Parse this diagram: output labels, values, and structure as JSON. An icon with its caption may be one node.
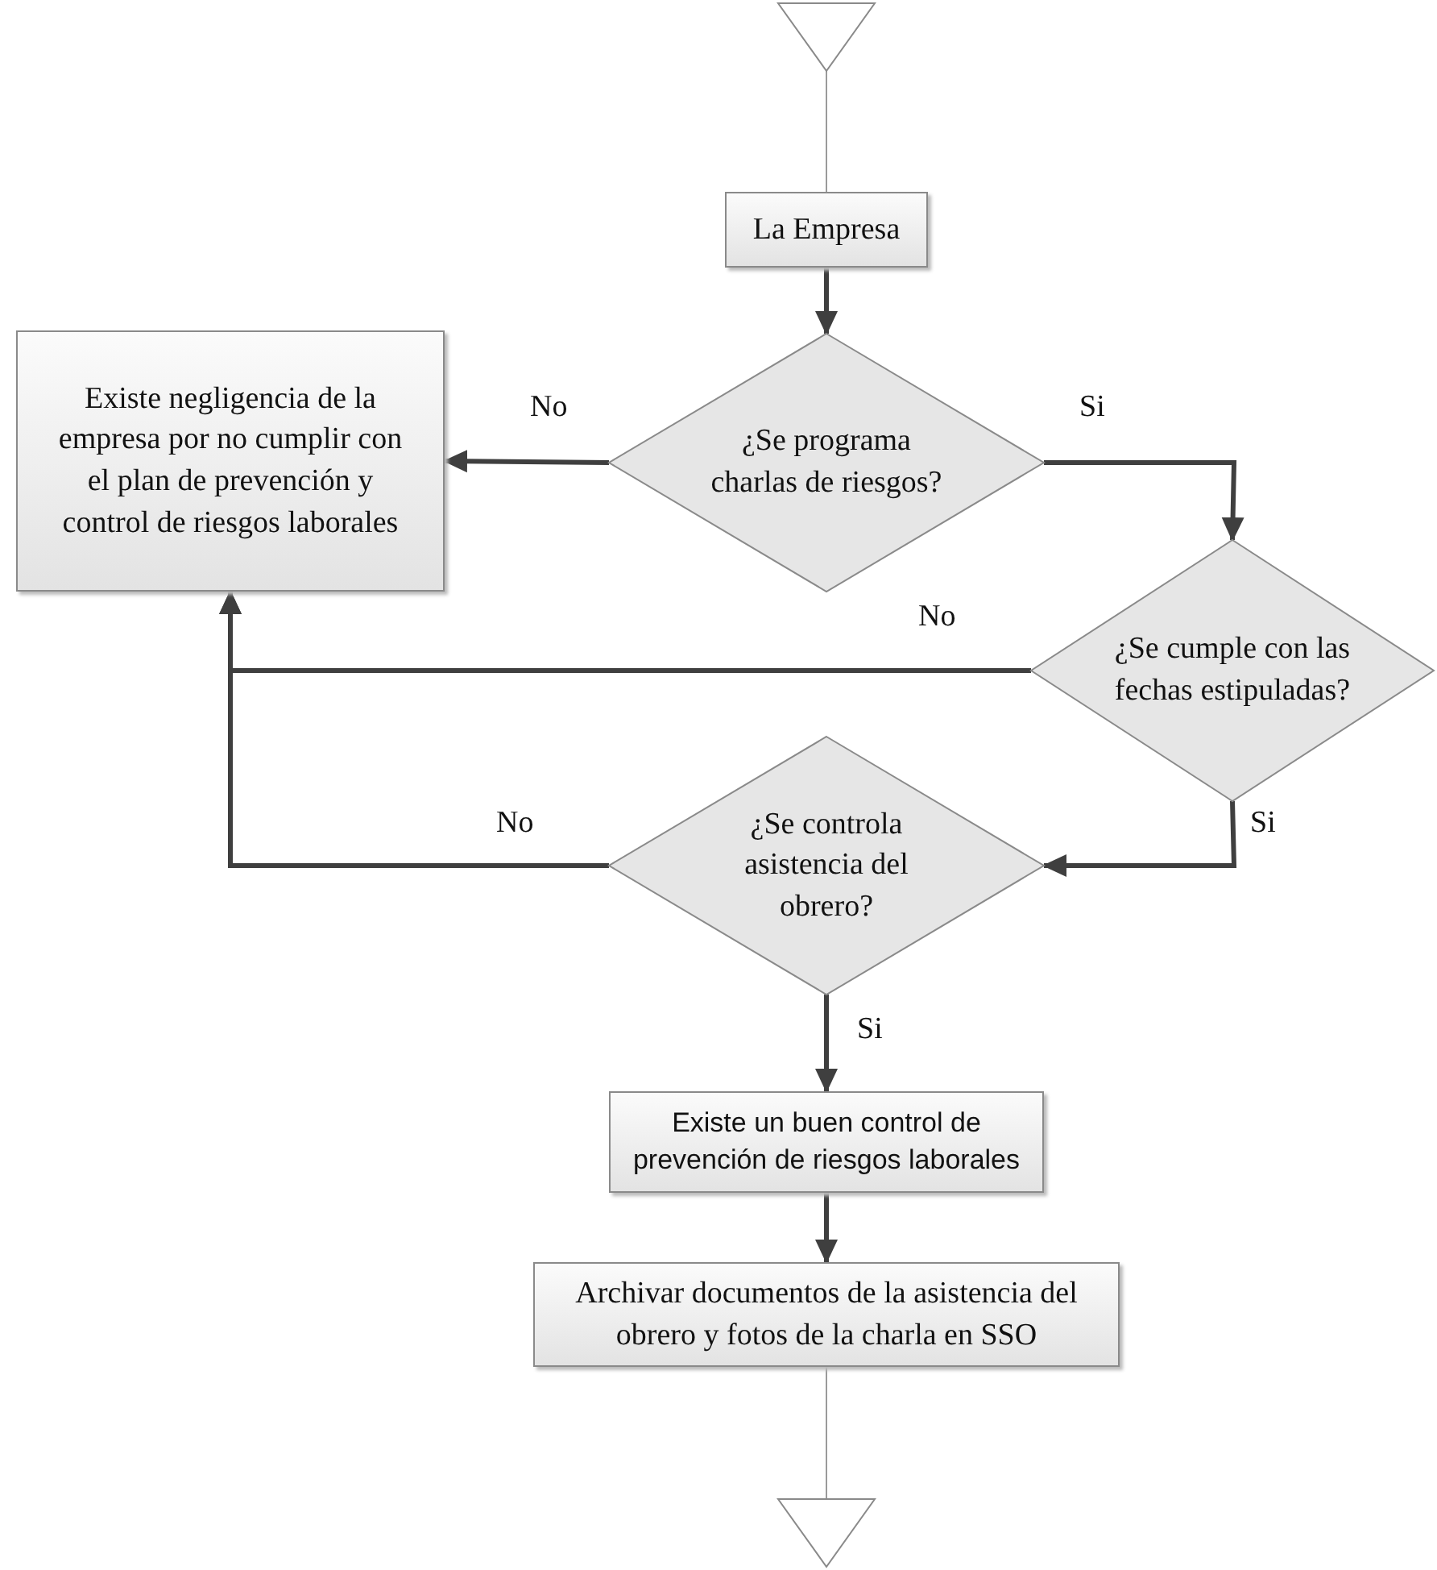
{
  "diagram": {
    "nodes": [
      {
        "text": [],
        "shape": "triangle"
      },
      {
        "text": [
          "La Empresa"
        ]
      },
      {
        "text": [
          "¿Se programa charlas de riesgos?"
        ]
      },
      {
        "text": [
          "Existe negligencia de la empresa por no cumplir con el plan de prevención y control de riesgos laborales"
        ]
      },
      {
        "text": [
          "¿Se cumple con las fechas estipuladas?"
        ]
      },
      {
        "text": [
          "¿Se controla asistencia del obrero?"
        ]
      },
      {
        "text": [
          "Existe un buen control de prevención de riesgos laborales"
        ]
      },
      {
        "text": [
          "Archivar documentos de la asistencia del obrero y fotos de la charla en SSO"
        ]
      },
      {
        "text": [],
        "shape": "triangle"
      }
    ],
    "edges": [
      {
        "from": 0,
        "to": 1,
        "arrow": "none",
        "color": "#9a9a9a"
      },
      {
        "from": 1,
        "to": 2,
        "arrow": "to"
      },
      {
        "from": 2,
        "to": 3,
        "arrow": "to",
        "label": "No"
      },
      {
        "from": 2,
        "to": 4,
        "arrow": "to",
        "label": "Si"
      },
      {
        "from": 4,
        "to": 3,
        "arrow": "to",
        "label": "No"
      },
      {
        "from": 4,
        "to": 5,
        "arrow": "to",
        "label": "Si"
      },
      {
        "from": 5,
        "to": 3,
        "arrow": "to",
        "label": "No"
      },
      {
        "from": 5,
        "to": 6,
        "arrow": "to",
        "label": "Si"
      },
      {
        "from": 6,
        "to": 7,
        "arrow": "to"
      },
      {
        "from": 7,
        "to": 8,
        "arrow": "none",
        "color": "#9a9a9a"
      }
    ]
  }
}
